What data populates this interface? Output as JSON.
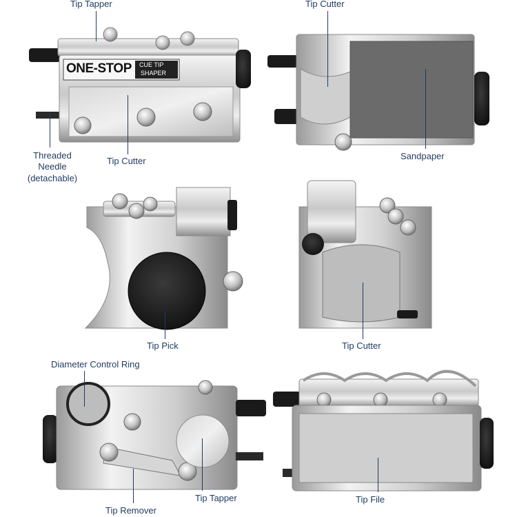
{
  "labels": {
    "view1": {
      "tip_tapper": "Tip Tapper",
      "tip_cutter": "Tip Cutter",
      "threaded_needle": "Threaded\nNeedle\n(detachable)"
    },
    "view2": {
      "tip_cutter": "Tip Cutter",
      "sandpaper": "Sandpaper"
    },
    "view3": {
      "tip_pick": "Tip Pick"
    },
    "view4": {
      "tip_cutter": "Tip Cutter"
    },
    "view5": {
      "diameter_control_ring": "Diameter Control Ring",
      "tip_remover": "Tip Remover",
      "tip_tapper": "Tip Tapper"
    },
    "view6": {
      "tip_file": "Tip File"
    }
  },
  "product_marking": {
    "brand": "ONE-STOP",
    "subtitle_line1": "CUE TIP",
    "subtitle_line2": "SHAPER"
  },
  "colors": {
    "label_text": "#1f3a5f",
    "steel_light": "#e8e8e8",
    "steel_dark": "#8a8a8a",
    "rubber": "#1a1a1a",
    "sandpaper": "#6b6b6b"
  }
}
